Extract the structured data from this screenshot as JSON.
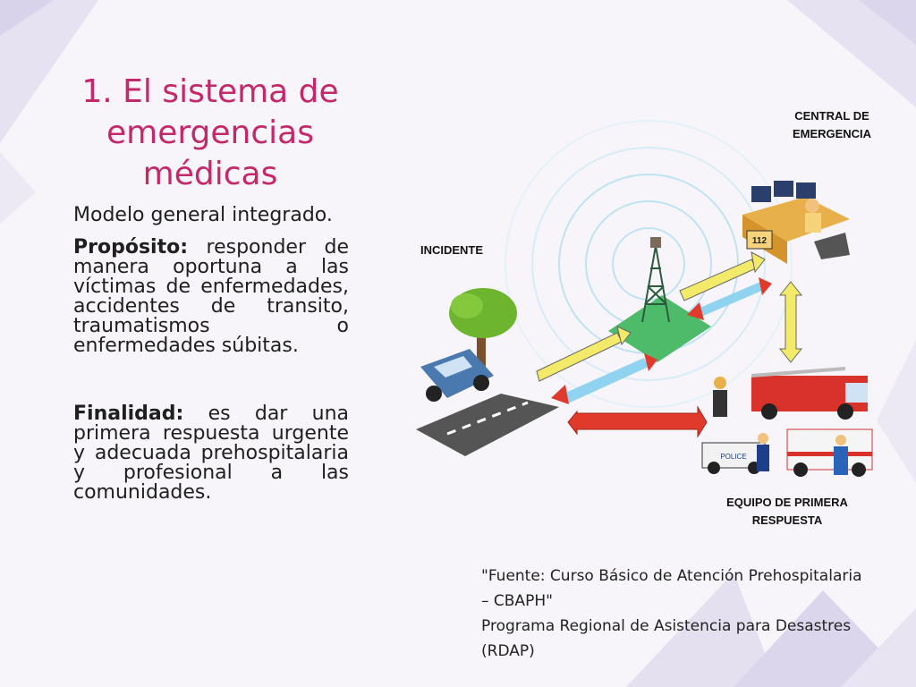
{
  "slide": {
    "title": "1. El sistema de emergencias médicas",
    "model_text": "Modelo general integrado.",
    "purpose_label": "Propósito:",
    "purpose_text": " responder de manera oportuna a las víctimas de enfermedades, accidentes de transito, traumatismos o enfermedades súbitas.",
    "purpose_label_2": "Finalidad:",
    "purpose_text_2": " es dar una primera respuesta urgente y adecuada prehospitalaria y profesional a las comunidades."
  },
  "diagram": {
    "central": [
      "CENTRAL DE",
      "EMERGENCIA"
    ],
    "incident": "INCIDENTE",
    "team": [
      "EQUIPO DE PRIMERA",
      "RESPUESTA"
    ],
    "desk_number": "112",
    "police_text": "POLICE"
  },
  "source": {
    "line1": "\"Fuente: Curso Básico de Atención Prehospitalaria",
    "line2": "– CBAPH\"",
    "line3": "Programa Regional de Asistencia para Desastres",
    "line4": "(RDAP)"
  },
  "colors": {
    "accent": "#c4286a",
    "arrow_yellow": "#f3ea6a",
    "arrow_blue": "#8fd3f0",
    "arrow_red": "#e03a2c",
    "bg_triangles": "#e4e0f0"
  }
}
